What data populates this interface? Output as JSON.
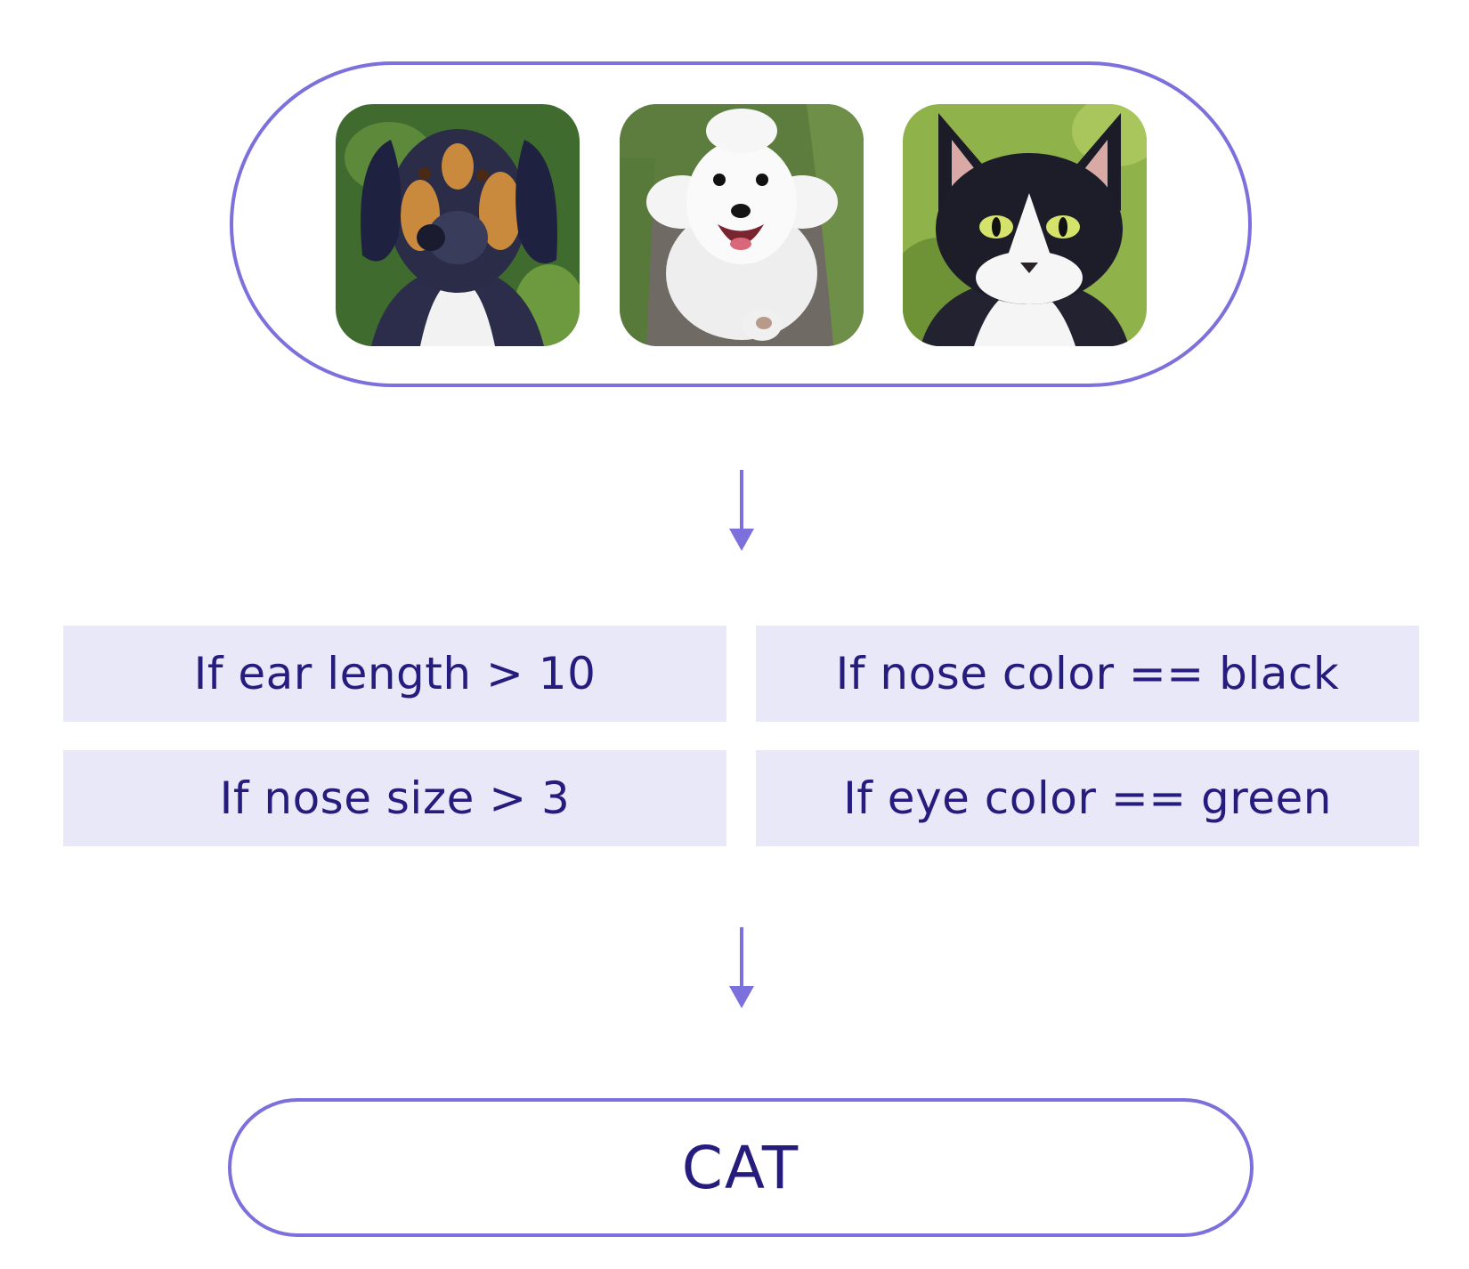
{
  "colors": {
    "accent": "#7b70dc",
    "rule_background": "#e8e8f8",
    "text": "#261c7e"
  },
  "input_images": [
    {
      "name": "dog-photo-tricolor"
    },
    {
      "name": "dog-photo-white-running"
    },
    {
      "name": "cat-photo-black-white"
    }
  ],
  "rules": [
    {
      "label": "If ear length > 10"
    },
    {
      "label": "If nose color == black"
    },
    {
      "label": "If nose size > 3"
    },
    {
      "label": "If eye color == green"
    }
  ],
  "result": {
    "label": "CAT"
  }
}
